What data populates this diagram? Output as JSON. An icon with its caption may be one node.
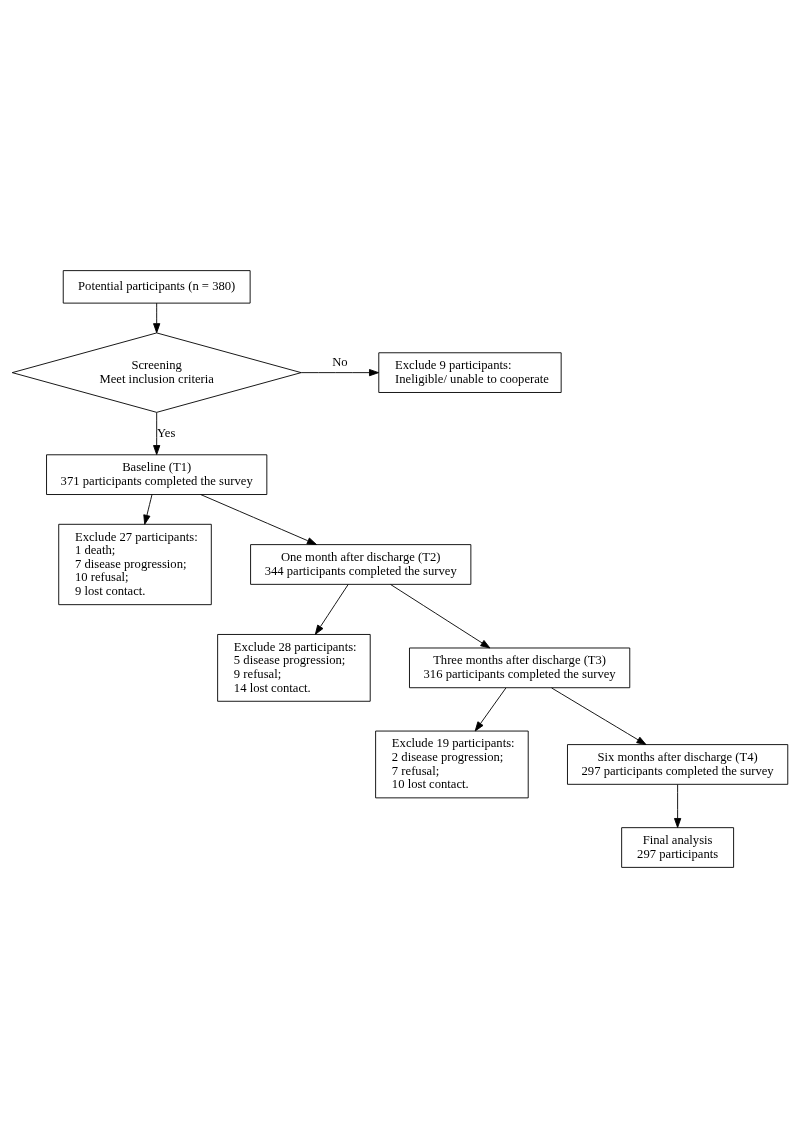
{
  "diagram": {
    "nodes": [
      {
        "text": [
          "Potential participants (n = 380)"
        ]
      },
      {
        "text": [
          "Screening",
          "Meet inclusion criteria"
        ]
      },
      {
        "text": [
          "Exclude 9 participants:",
          "Ineligible/ unable to cooperate"
        ]
      },
      {
        "text": [
          "Baseline (T1)",
          "371 participants completed the survey"
        ]
      },
      {
        "text": [
          "Exclude 27 participants:",
          "1 death;",
          "7 disease progression;",
          "10 refusal;",
          "9 lost contact."
        ]
      },
      {
        "text": [
          "One month after discharge (T2)",
          "344 participants completed the survey"
        ]
      },
      {
        "text": [
          "Exclude 28 participants:",
          "5 disease progression;",
          "9 refusal;",
          "14 lost contact."
        ]
      },
      {
        "text": [
          "Three months after discharge (T3)",
          "316 participants completed the survey"
        ]
      },
      {
        "text": [
          "Exclude 19 participants:",
          "2 disease progression;",
          "7 refusal;",
          "10 lost contact."
        ]
      },
      {
        "text": [
          "Six months after discharge (T4)",
          "297 participants completed the survey"
        ]
      },
      {
        "text": [
          "Final analysis",
          "297 participants"
        ]
      }
    ],
    "edges": [
      {
        "from": 0,
        "to": 1,
        "arrow": "to"
      },
      {
        "from": 1,
        "to": 2,
        "arrow": "to",
        "label": "No"
      },
      {
        "from": 1,
        "to": 3,
        "arrow": "to",
        "label": "Yes"
      },
      {
        "from": 3,
        "to": 5,
        "arrow": "to"
      },
      {
        "from": 3,
        "to": 4,
        "arrow": "to"
      },
      {
        "from": 5,
        "to": 7,
        "arrow": "to"
      },
      {
        "from": 5,
        "to": 6,
        "arrow": "to"
      },
      {
        "from": 7,
        "to": 9,
        "arrow": "to"
      },
      {
        "from": 7,
        "to": 8,
        "arrow": "to"
      },
      {
        "from": 9,
        "to": 10,
        "arrow": "to"
      }
    ]
  }
}
